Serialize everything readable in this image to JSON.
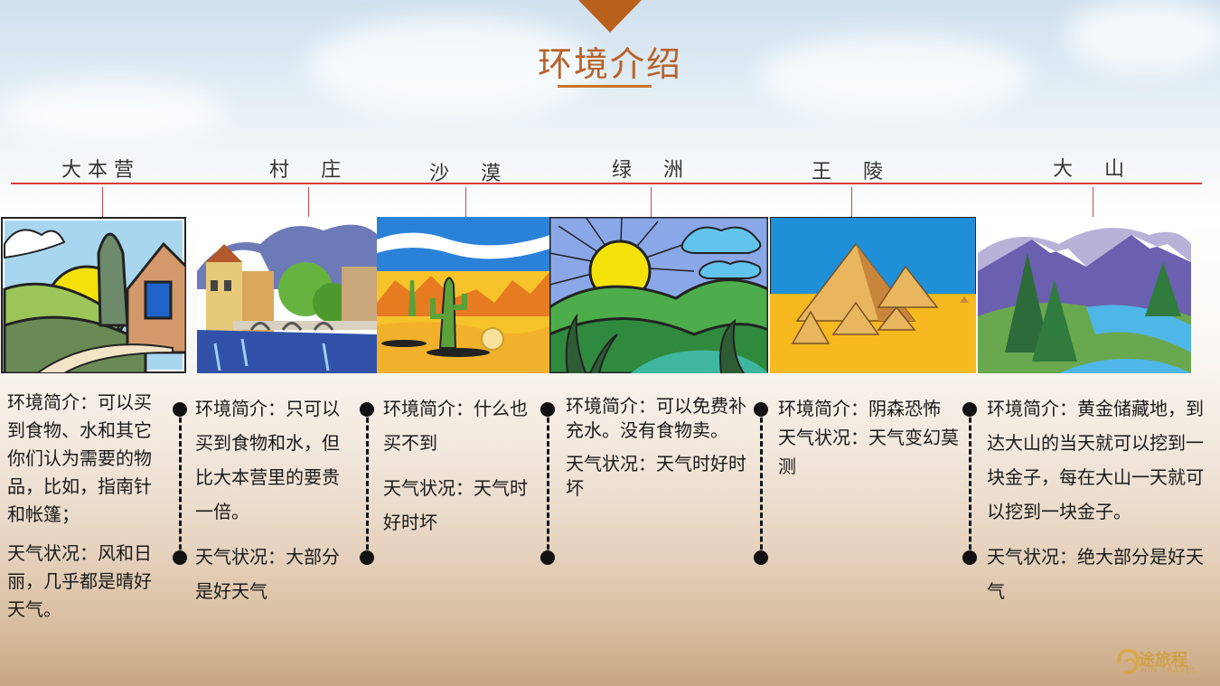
{
  "header": {
    "title": "环境介绍"
  },
  "stations": [
    {
      "label": "大 本 营",
      "intro": "环境简介：可以买到食物、水和其它你们认为需要的物品，比如，指南针和帐篷；",
      "weather": "天气状况：风和日丽，几乎都是晴好天气。"
    },
    {
      "label": "村 庄",
      "intro": "环境简介：只可以买到食物和水，但比大本营里的要贵一倍。",
      "weather": "天气状况：大部分是好天气"
    },
    {
      "label": "沙 漠",
      "intro": "环境简介：什么也买不到",
      "weather": "天气状况：天气时好时坏"
    },
    {
      "label": "绿 洲",
      "intro": "环境简介：可以免费补充水。没有食物卖。",
      "weather": "天气状况：天气时好时坏"
    },
    {
      "label": "王 陵",
      "intro": "环境简介：阴森恐怖",
      "weather": "天气状况：天气变幻莫测"
    },
    {
      "label": "大 山",
      "intro": "环境简介：黄金储藏地，到达大山的当天就可以挖到一块金子，每在大山一天就可以挖到一块金子。",
      "weather": "天气状况：绝大部分是好天气"
    }
  ],
  "logo": {
    "text": "途旅程",
    "sub": "HIN TRAVEL"
  },
  "colors": {
    "accent": "#b7622a",
    "timeline": "#d63c3c"
  }
}
